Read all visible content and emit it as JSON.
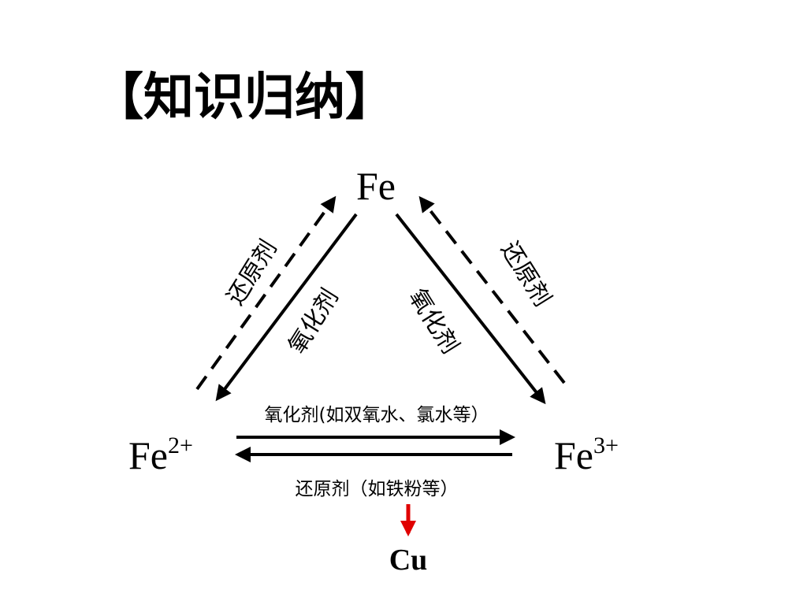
{
  "title": "【知识归纳】",
  "nodes": {
    "fe": {
      "base": "Fe",
      "charge": ""
    },
    "fe2": {
      "base": "Fe",
      "charge": "2+"
    },
    "fe3": {
      "base": "Fe",
      "charge": "3+"
    }
  },
  "edges": {
    "fe_to_fe2": "氧化剂",
    "fe2_to_fe": "还原剂",
    "fe_to_fe3": "氧化剂",
    "fe3_to_fe": "还原剂",
    "fe2_to_fe3": "氧化剂(如双氧水、氯水等）",
    "fe3_to_fe2": "还原剂（如铁粉等）"
  },
  "product": {
    "label": "Cu",
    "color": "#e00000"
  },
  "colors": {
    "line": "#000000",
    "accent": "#e00000"
  }
}
